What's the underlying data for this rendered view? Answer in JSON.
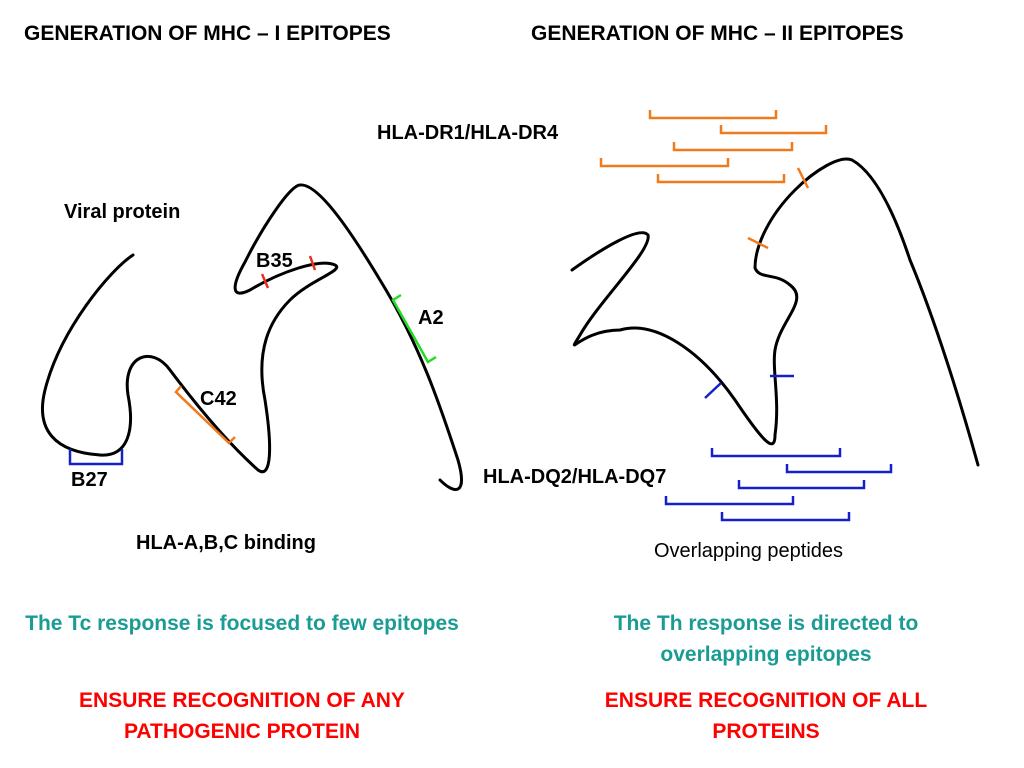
{
  "titles": {
    "left": "GENERATION OF MHC – I EPITOPES",
    "right": "GENERATION OF MHC – II EPITOPES"
  },
  "left_panel": {
    "protein_label": "Viral protein",
    "epitopes": [
      "B35",
      "A2",
      "C42",
      "B27"
    ],
    "binding_label": "HLA-A,B,C binding",
    "response": "The Tc response is focused to few epitopes",
    "conclusion": "ENSURE RECOGNITION OF ANY PATHOGENIC PROTEIN"
  },
  "right_panel": {
    "dr_label": "HLA-DR1/HLA-DR4",
    "dq_label": "HLA-DQ2/HLA-DQ7",
    "overlap_label": "Overlapping peptides",
    "response": "The Th response is directed to overlapping epitopes",
    "conclusion": "ENSURE RECOGNITION OF ALL PROTEINS"
  },
  "colors": {
    "red_marker": "#e8311b",
    "green_marker": "#22dd22",
    "orange_marker": "#f07a1e",
    "blue_marker": "#1520c8",
    "teal_text": "#1a9c95",
    "red_text": "#ff0000"
  }
}
